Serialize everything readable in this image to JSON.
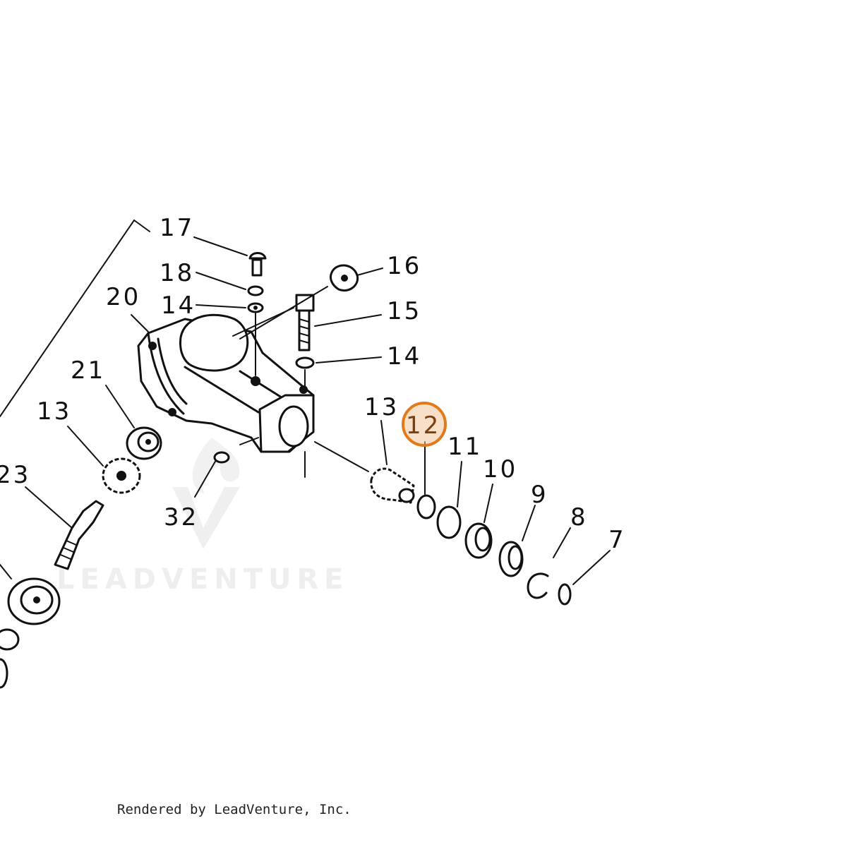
{
  "labels": {
    "l17": "17",
    "l16": "16",
    "l18": "18",
    "l14a": "14",
    "l20": "20",
    "l15": "15",
    "l14b": "14",
    "l21": "21",
    "l13a": "13",
    "l13b": "13",
    "l12": "12",
    "l11": "11",
    "l10": "10",
    "l9": "9",
    "l8": "8",
    "l7": "7",
    "l23": "23",
    "l32": "32"
  },
  "highlight": {
    "label": "12",
    "color": "#e07b1c"
  },
  "watermark": "LEADVENTURE",
  "credit": "Rendered by LeadVenture, Inc."
}
